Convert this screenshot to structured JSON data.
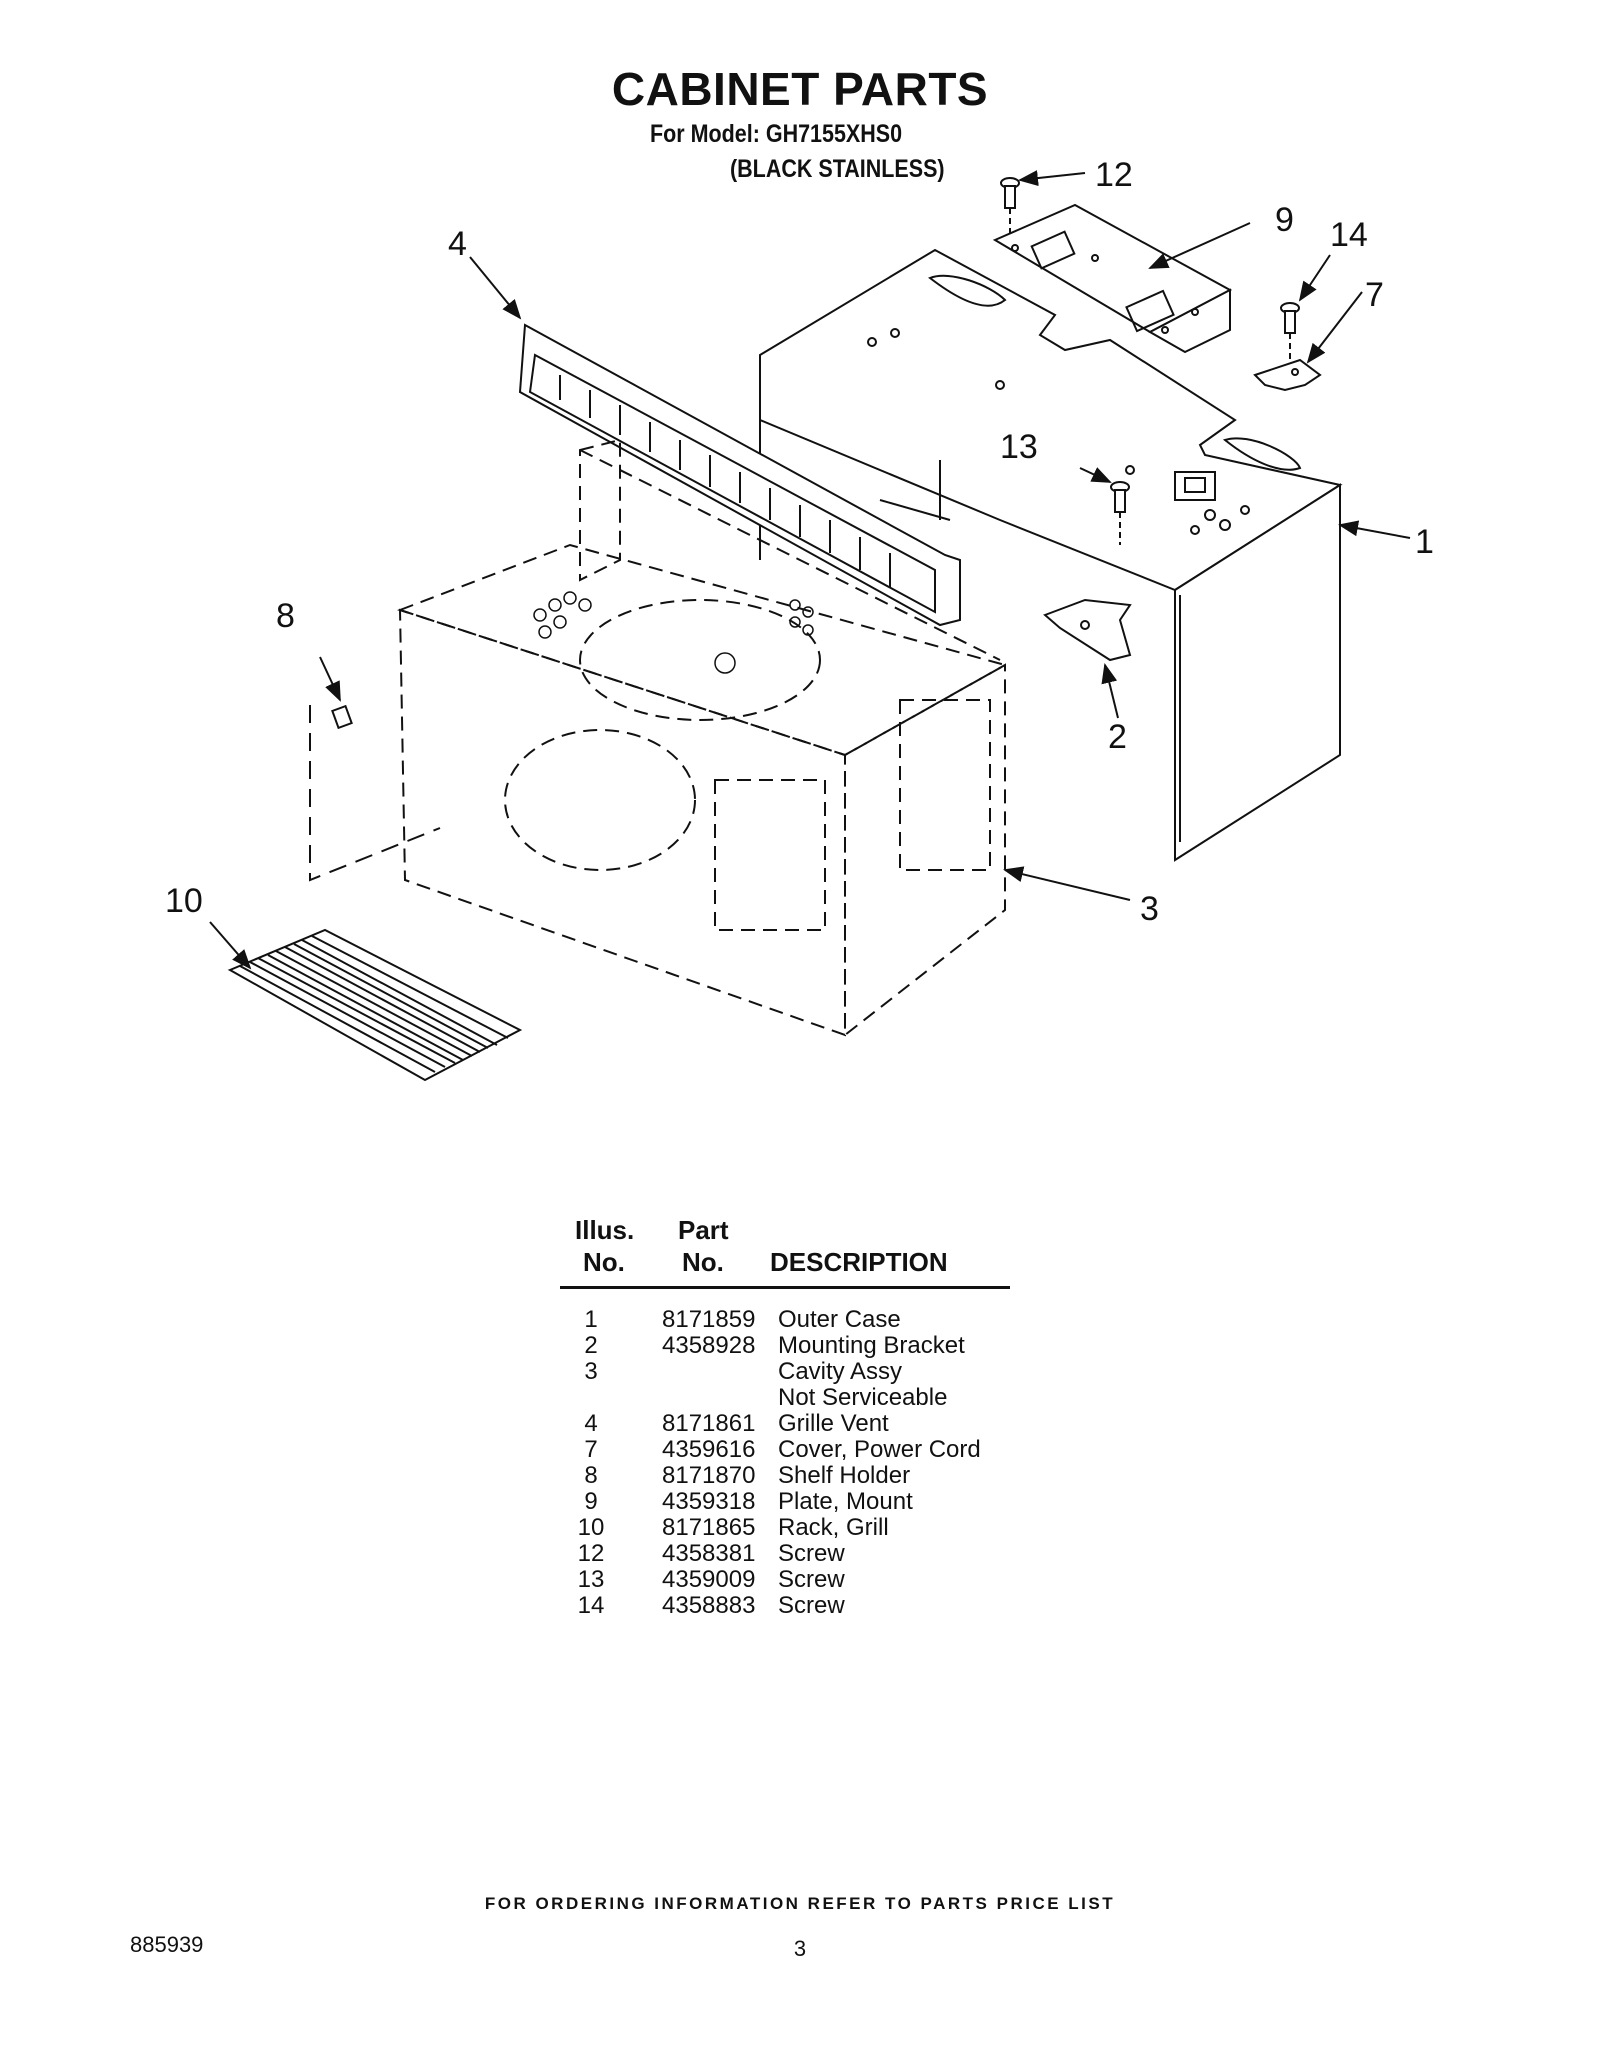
{
  "header": {
    "title": "CABINET PARTS",
    "model_line": "For Model: GH7155XHS0",
    "finish_line": "(BLACK STAINLESS)"
  },
  "diagram": {
    "callouts": [
      "1",
      "2",
      "3",
      "4",
      "7",
      "8",
      "9",
      "10",
      "12",
      "13",
      "14"
    ]
  },
  "parts_table": {
    "headers": {
      "illus_top": "Illus.",
      "illus_bottom": "No.",
      "part_top": "Part",
      "part_bottom": "No.",
      "description": "DESCRIPTION"
    },
    "rows": [
      {
        "illus": "1",
        "part": "8171859",
        "description": "Outer Case"
      },
      {
        "illus": "2",
        "part": "4358928",
        "description": "Mounting Bracket"
      },
      {
        "illus": "3",
        "part": "",
        "description": "Cavity Assy"
      },
      {
        "illus": "",
        "part": "",
        "description": "Not Serviceable"
      },
      {
        "illus": "4",
        "part": "8171861",
        "description": "Grille Vent"
      },
      {
        "illus": "7",
        "part": "4359616",
        "description": "Cover, Power Cord"
      },
      {
        "illus": "8",
        "part": "8171870",
        "description": "Shelf Holder"
      },
      {
        "illus": "9",
        "part": "4359318",
        "description": "Plate, Mount"
      },
      {
        "illus": "10",
        "part": "8171865",
        "description": "Rack, Grill"
      },
      {
        "illus": "12",
        "part": "4358381",
        "description": "Screw"
      },
      {
        "illus": "13",
        "part": "4359009",
        "description": "Screw"
      },
      {
        "illus": "14",
        "part": "4358883",
        "description": "Screw"
      }
    ]
  },
  "footer": {
    "ordering_note": "FOR ORDERING INFORMATION REFER TO PARTS PRICE LIST",
    "doc_number": "885939",
    "page_number": "3"
  }
}
